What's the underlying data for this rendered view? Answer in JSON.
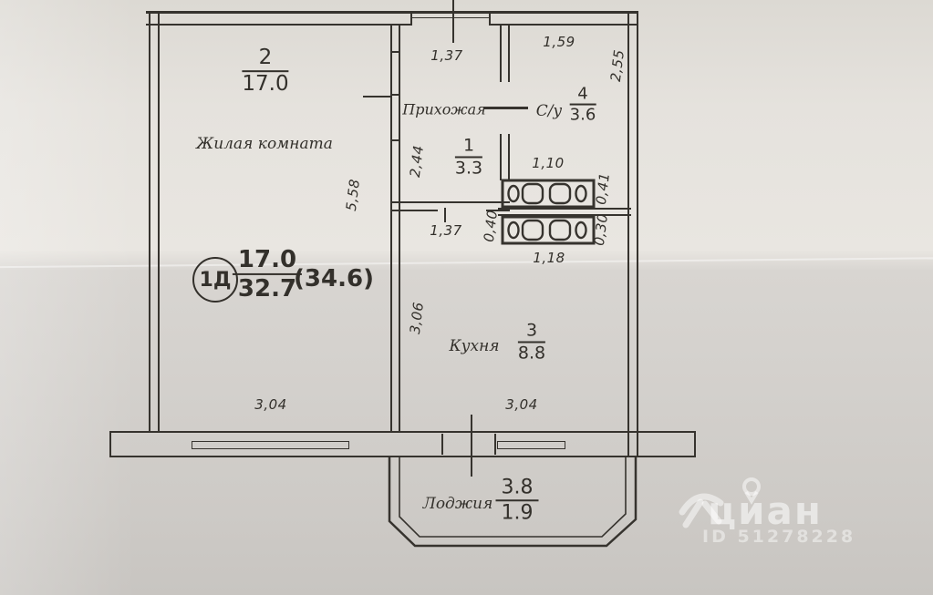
{
  "unit": {
    "code": "1Д",
    "living_area": "17.0",
    "total_area": "32.7",
    "area_with_loggia": "(34.6)"
  },
  "rooms": {
    "living": {
      "number": "2",
      "area": "17.0",
      "name": "Жилая комната"
    },
    "hallway": {
      "number": "1",
      "area": "3.3",
      "name": "Прихожая"
    },
    "bathroom": {
      "number": "4",
      "area": "3.6",
      "name": "С/у"
    },
    "kitchen": {
      "number": "3",
      "area": "8.8",
      "name": "Кухня"
    },
    "loggia": {
      "name": "Лоджия",
      "area": "3.8",
      "area_reduced": "1.9"
    }
  },
  "dimensions": {
    "hallway_width_top": "1,37",
    "hallway_depth": "2,44",
    "bathroom_width": "1,59",
    "bathroom_depth": "2,55",
    "vent_width_top": "1,10",
    "vent_depth_top": "0,41",
    "vent_offset_left": "0,40",
    "vent_depth_bottom": "0,30",
    "vent_width_bottom": "1,18",
    "kitchen_niche_width": "1,37",
    "living_depth": "5,58",
    "kitchen_depth": "3,06",
    "living_width": "3,04",
    "kitchen_width": "3,04"
  },
  "watermark": {
    "brand": "циан",
    "listing_id": "ID 51278228"
  },
  "colors": {
    "ink": "#36332e",
    "paper_light": "#e9e6e1",
    "paper_dark": "#c8c5c1",
    "watermark": "rgba(255,255,255,0.5)"
  }
}
